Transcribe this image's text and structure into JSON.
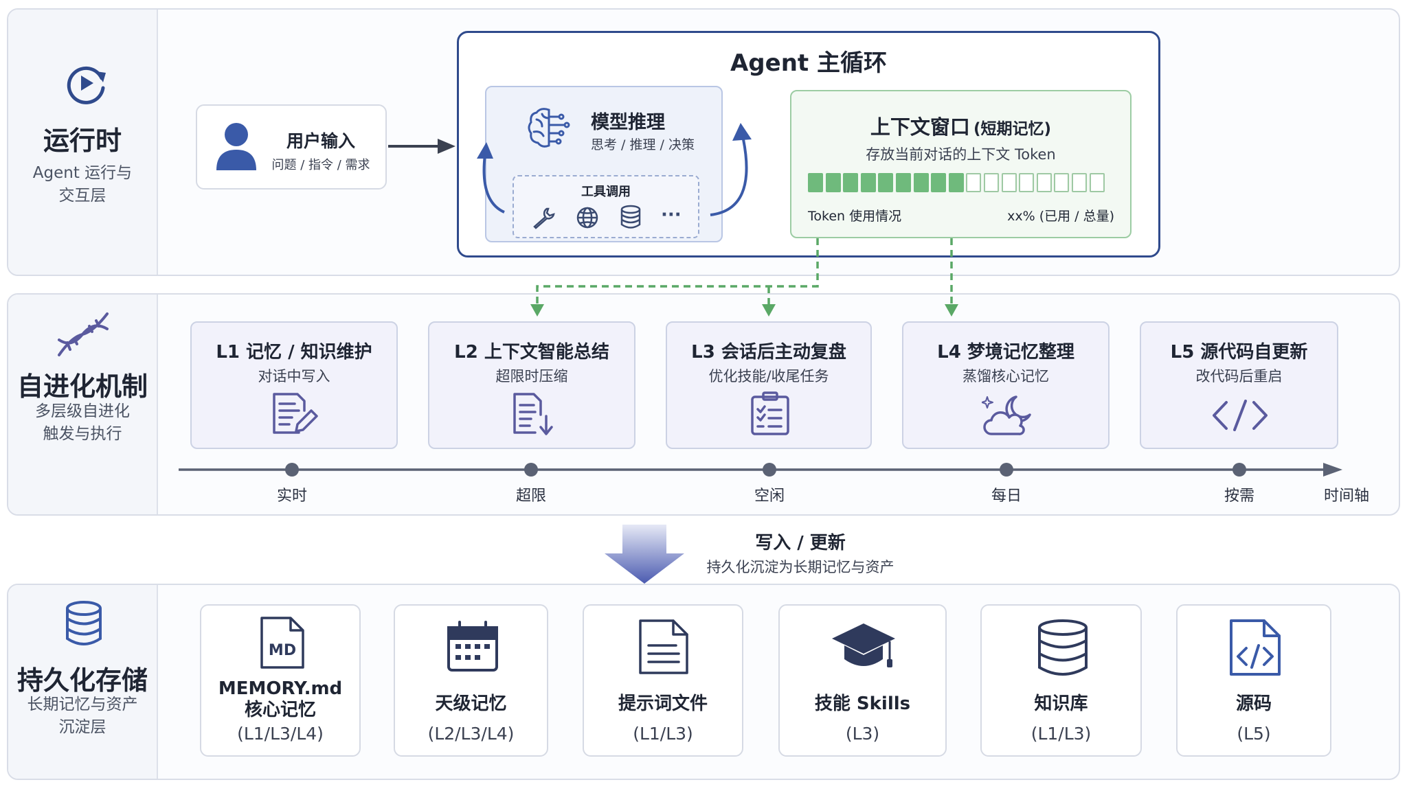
{
  "runtime": {
    "title": "运行时",
    "subtitle": "Agent 运行与\n交互层",
    "user_input": {
      "title": "用户输入",
      "subtitle": "问题 / 指令 / 需求"
    },
    "agent_loop": {
      "title": "Agent 主循环",
      "reasoning": {
        "title": "模型推理",
        "subtitle": "思考 / 推理 / 决策"
      },
      "tools": {
        "title": "工具调用",
        "icons": [
          "wrench-icon",
          "globe-icon",
          "database-icon",
          "more-icon"
        ],
        "more_label": "···"
      },
      "context": {
        "title": "上下文窗口",
        "title_note": "(短期记忆)",
        "subtitle": "存放当前对话的上下文 Token",
        "usage_label": "Token 使用情况",
        "usage_value": "xx% (已用 / 总量)",
        "segments_total": 17,
        "segments_filled": 9
      }
    }
  },
  "evolution": {
    "title": "自进化机制",
    "subtitle": "多层级自进化\n触发与执行",
    "levels": [
      {
        "title": "L1 记忆 / 知识维护",
        "subtitle": "对话中写入",
        "icon": "edit-document-icon",
        "trigger": "实时"
      },
      {
        "title": "L2 上下文智能总结",
        "subtitle": "超限时压缩",
        "icon": "compress-document-icon",
        "trigger": "超限"
      },
      {
        "title": "L3 会话后主动复盘",
        "subtitle": "优化技能/收尾任务",
        "icon": "checklist-icon",
        "trigger": "空闲"
      },
      {
        "title": "L4 梦境记忆整理",
        "subtitle": "蒸馏核心记忆",
        "icon": "moon-cloud-icon",
        "trigger": "每日"
      },
      {
        "title": "L5 源代码自更新",
        "subtitle": "改代码后重启",
        "icon": "code-icon",
        "trigger": "按需"
      }
    ],
    "timeline_label": "时间轴"
  },
  "write_update": {
    "title": "写入 / 更新",
    "subtitle": "持久化沉淀为长期记忆与资产"
  },
  "storage": {
    "title": "持久化存储",
    "subtitle": "长期记忆与资产\n沉淀层",
    "items": [
      {
        "name": "MEMORY.md\n核心记忆",
        "tag": "(L1/L3/L4)",
        "icon": "md-file-icon",
        "icon_text": "MD"
      },
      {
        "name": "天级记忆",
        "tag": "(L2/L3/L4)",
        "icon": "calendar-icon"
      },
      {
        "name": "提示词文件",
        "tag": "(L1/L3)",
        "icon": "text-file-icon"
      },
      {
        "name": "技能 Skills",
        "tag": "(L3)",
        "icon": "graduation-cap-icon"
      },
      {
        "name": "知识库",
        "tag": "(L1/L3)",
        "icon": "database-icon"
      },
      {
        "name": "源码",
        "tag": "(L5)",
        "icon": "code-file-icon"
      }
    ]
  },
  "colors": {
    "navy": "#2f4a8c",
    "icon_blue": "#3a5aa8",
    "icon_purple": "#5a5a9e",
    "green": "#5aa866",
    "card_lavender": "#f2f2fb"
  }
}
